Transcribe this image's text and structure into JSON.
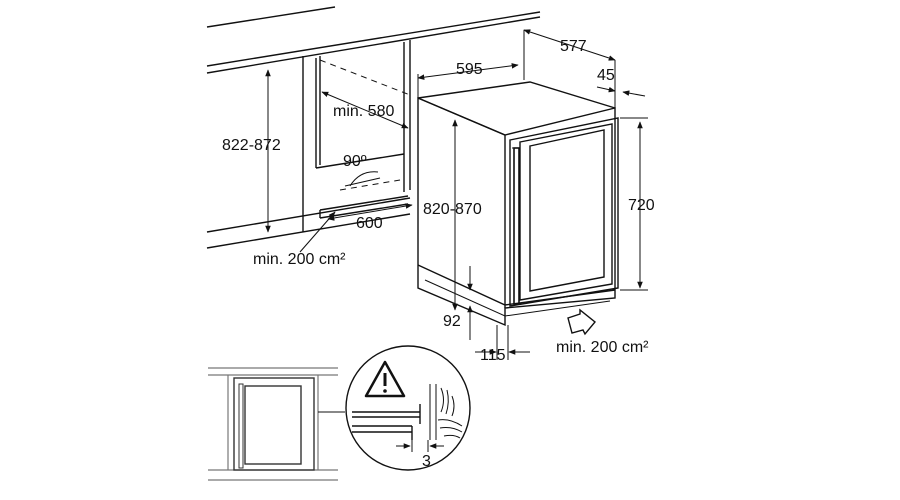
{
  "dimensions": {
    "depth_total": "577",
    "width": "595",
    "door_offset": "45",
    "niche_depth": "min. 580",
    "niche_height": "822-872",
    "height_adjust": "820-870",
    "height_top": "720",
    "door_angle": "90º",
    "niche_width": "600",
    "vent_top": "min. 200 cm²",
    "plinth_height": "92",
    "plinth_depth": "115",
    "vent_bottom": "min. 200 cm²",
    "gap": "3"
  },
  "icons": {
    "warning": "warning-triangle-icon",
    "wood": "wood-grain-icon"
  }
}
